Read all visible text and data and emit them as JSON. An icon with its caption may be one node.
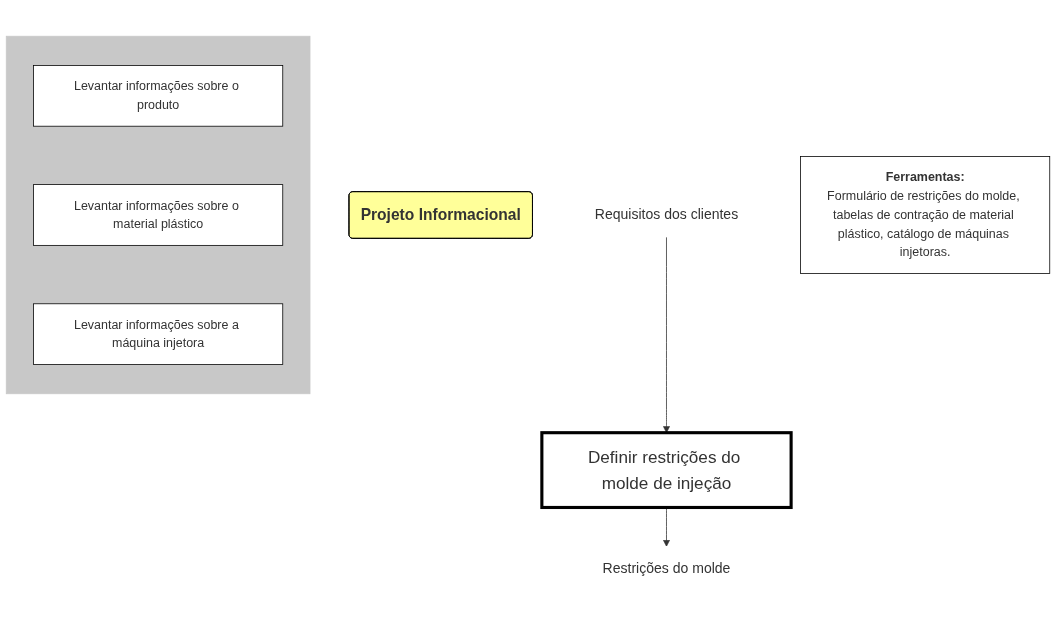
{
  "diagram": {
    "nodes": [
      {
        "text": [
          "Projeto Informacional"
        ]
      },
      {
        "text": [
          "Requisitos dos clientes"
        ]
      },
      {
        "text": [
          "Definir restrições do molde de injeção"
        ]
      },
      {
        "text": [
          "Restrições do molde"
        ]
      },
      {
        "text": [],
        "shape": "box"
      },
      {
        "text": [
          "Levantar informações sobre o produto"
        ],
        "in": 4
      },
      {
        "text": [
          "Levantar informações sobre o material plástico"
        ],
        "in": 4
      },
      {
        "text": [
          "Levantar informações sobre a máquina injetora"
        ],
        "in": 4
      },
      {
        "text": [
          "Ferramentas:",
          "Formulário de restrições do molde, tabelas de contração de material plástico, catálogo de máquinas injetoras."
        ]
      }
    ],
    "edges": [
      {
        "from": 1,
        "to": 2,
        "arrow": "to"
      },
      {
        "from": 2,
        "to": 3,
        "arrow": "to"
      }
    ]
  }
}
